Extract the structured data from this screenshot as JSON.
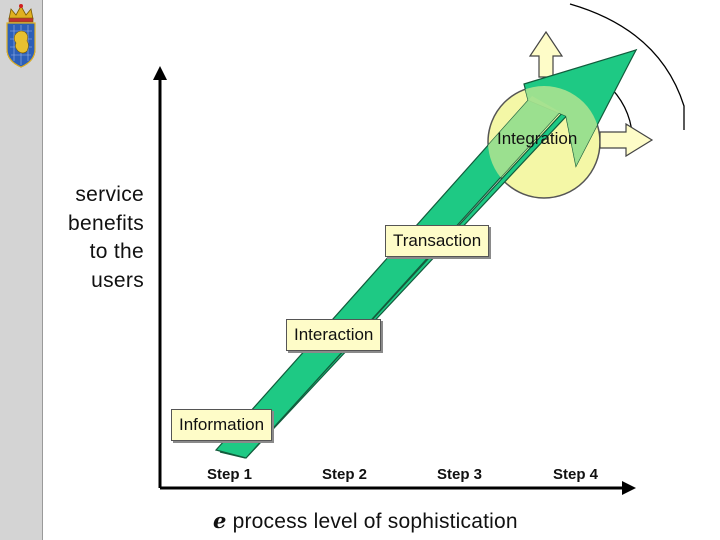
{
  "y_axis_label": [
    "service",
    "benefits",
    "to the",
    "users"
  ],
  "x_axis_label": {
    "e_symbol": "e",
    "text": "process level of sophistication"
  },
  "stages": [
    {
      "label": "Information"
    },
    {
      "label": "Interaction"
    },
    {
      "label": "Transaction"
    },
    {
      "label": "Integration"
    }
  ],
  "steps": [
    "Step 1",
    "Step 2",
    "Step 3",
    "Step 4"
  ],
  "colors": {
    "arrow_fill": "#1ec984",
    "label_fill": "#fefcc8",
    "circle_fill": "#f4f7a6",
    "sidebar": "#d4d4d4"
  },
  "logo": "coat-of-arms"
}
